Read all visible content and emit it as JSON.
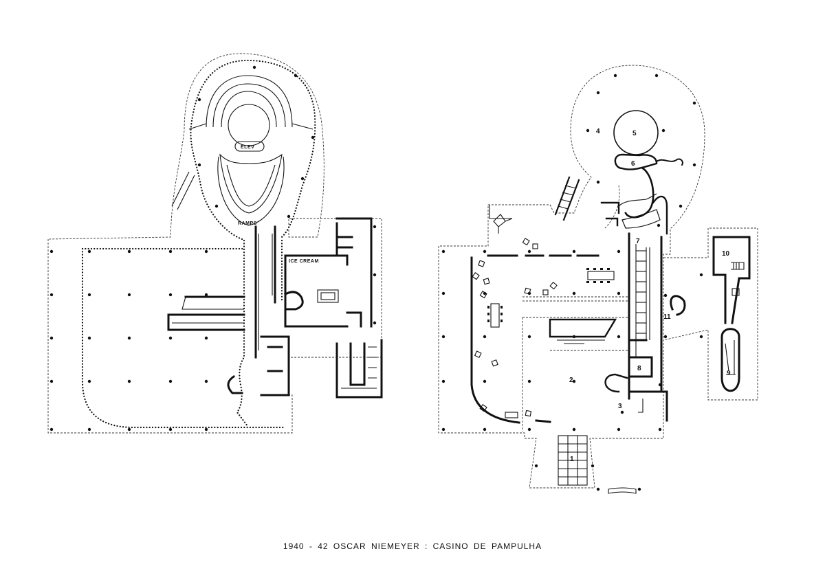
{
  "caption": "1940 - 42   OSCAR  NIEMEYER  :  CASINO  DE  PAMPULHA",
  "left_plan": {
    "labels": {
      "elev": "ELEV",
      "ramps": "RAMPS",
      "ice_cream": "ICE CREAM"
    }
  },
  "right_plan": {
    "numbers": [
      "1",
      "2",
      "3",
      "4",
      "5",
      "6",
      "7",
      "8",
      "9",
      "10",
      "11"
    ]
  }
}
